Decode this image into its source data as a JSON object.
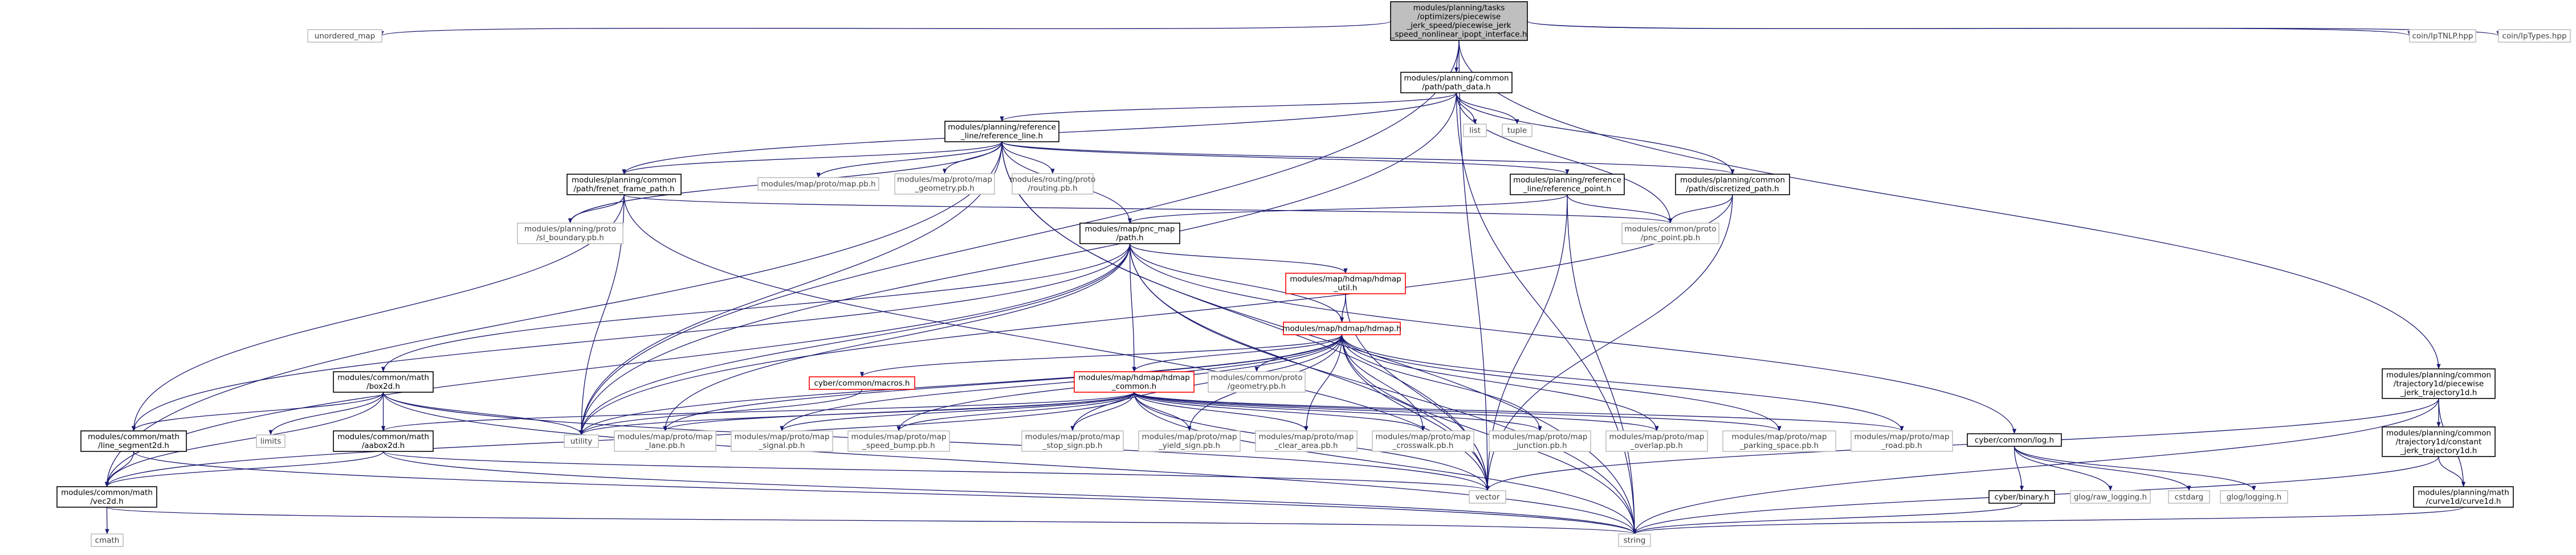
{
  "colors": {
    "edge": "#191970",
    "node_border": "#000000",
    "node_border_gray": "#bfbfbf",
    "node_border_red": "#ff0000",
    "root_fill": "#bfbfbf",
    "node_fill": "#ffffff",
    "text": "#000000",
    "text_gray": "#404040"
  },
  "nodes": [
    {
      "id": "root",
      "lines": [
        "modules/planning/tasks",
        "/optimizers/piecewise",
        "_jerk_speed/piecewise_jerk",
        "_speed_nonlinear_ipopt_interface.h"
      ],
      "style": "root"
    },
    {
      "id": "unordered_map",
      "lines": [
        "unordered_map"
      ],
      "style": "gray"
    },
    {
      "id": "path_data",
      "lines": [
        "modules/planning/common",
        "/path/path_data.h"
      ],
      "style": "normal"
    },
    {
      "id": "list",
      "lines": [
        "list"
      ],
      "style": "gray"
    },
    {
      "id": "tuple",
      "lines": [
        "tuple"
      ],
      "style": "gray"
    },
    {
      "id": "coin_ipTNLP",
      "lines": [
        "coin/IpTNLP.hpp"
      ],
      "style": "gray"
    },
    {
      "id": "coin_ipTypes",
      "lines": [
        "coin/IpTypes.hpp"
      ],
      "style": "gray"
    },
    {
      "id": "reference_line",
      "lines": [
        "modules/planning/reference",
        "_line/reference_line.h"
      ],
      "style": "normal"
    },
    {
      "id": "map_pb",
      "lines": [
        "modules/map/proto/map.pb.h"
      ],
      "style": "gray"
    },
    {
      "id": "map_geometry_pb",
      "lines": [
        "modules/map/proto/map",
        "_geometry.pb.h"
      ],
      "style": "gray"
    },
    {
      "id": "routing_pb",
      "lines": [
        "modules/routing/proto",
        "/routing.pb.h"
      ],
      "style": "gray"
    },
    {
      "id": "frenet_frame_path",
      "lines": [
        "modules/planning/common",
        "/path/frenet_frame_path.h"
      ],
      "style": "normal"
    },
    {
      "id": "reference_point",
      "lines": [
        "modules/planning/reference",
        "_line/reference_point.h"
      ],
      "style": "normal"
    },
    {
      "id": "discretized_path",
      "lines": [
        "modules/planning/common",
        "/path/discretized_path.h"
      ],
      "style": "normal"
    },
    {
      "id": "sl_boundary_pb",
      "lines": [
        "modules/planning/proto",
        "/sl_boundary.pb.h"
      ],
      "style": "gray"
    },
    {
      "id": "pnc_point_pb",
      "lines": [
        "modules/common/proto",
        "/pnc_point.pb.h"
      ],
      "style": "gray"
    },
    {
      "id": "pnc_map_path",
      "lines": [
        "modules/map/pnc_map",
        "/path.h"
      ],
      "style": "normal"
    },
    {
      "id": "hdmap_util",
      "lines": [
        "modules/map/hdmap/hdmap",
        "_util.h"
      ],
      "style": "red"
    },
    {
      "id": "hdmap",
      "lines": [
        "modules/map/hdmap/hdmap.h"
      ],
      "style": "red"
    },
    {
      "id": "box2d",
      "lines": [
        "modules/common/math",
        "/box2d.h"
      ],
      "style": "normal"
    },
    {
      "id": "macros",
      "lines": [
        "cyber/common/macros.h"
      ],
      "style": "red"
    },
    {
      "id": "hdmap_common",
      "lines": [
        "modules/map/hdmap/hdmap",
        "_common.h"
      ],
      "style": "red"
    },
    {
      "id": "geometry_pb",
      "lines": [
        "modules/common/proto",
        "/geometry.pb.h"
      ],
      "style": "gray"
    },
    {
      "id": "line_segment2d",
      "lines": [
        "modules/common/math",
        "/line_segment2d.h"
      ],
      "style": "normal"
    },
    {
      "id": "limits",
      "lines": [
        "limits"
      ],
      "style": "gray"
    },
    {
      "id": "aabox2d",
      "lines": [
        "modules/common/math",
        "/aabox2d.h"
      ],
      "style": "normal"
    },
    {
      "id": "utility",
      "lines": [
        "utility"
      ],
      "style": "gray"
    },
    {
      "id": "lane_pb",
      "lines": [
        "modules/map/proto/map",
        "_lane.pb.h"
      ],
      "style": "gray"
    },
    {
      "id": "signal_pb",
      "lines": [
        "modules/map/proto/map",
        "_signal.pb.h"
      ],
      "style": "gray"
    },
    {
      "id": "speed_bump_pb",
      "lines": [
        "modules/map/proto/map",
        "_speed_bump.pb.h"
      ],
      "style": "gray"
    },
    {
      "id": "stop_sign_pb",
      "lines": [
        "modules/map/proto/map",
        "_stop_sign.pb.h"
      ],
      "style": "gray"
    },
    {
      "id": "yield_sign_pb",
      "lines": [
        "modules/map/proto/map",
        "_yield_sign.pb.h"
      ],
      "style": "gray"
    },
    {
      "id": "clear_area_pb",
      "lines": [
        "modules/map/proto/map",
        "_clear_area.pb.h"
      ],
      "style": "gray"
    },
    {
      "id": "crosswalk_pb",
      "lines": [
        "modules/map/proto/map",
        "_crosswalk.pb.h"
      ],
      "style": "gray"
    },
    {
      "id": "junction_pb",
      "lines": [
        "modules/map/proto/map",
        "_junction.pb.h"
      ],
      "style": "gray"
    },
    {
      "id": "overlap_pb",
      "lines": [
        "modules/map/proto/map",
        "_overlap.pb.h"
      ],
      "style": "gray"
    },
    {
      "id": "parking_space_pb",
      "lines": [
        "modules/map/proto/map",
        "_parking_space.pb.h"
      ],
      "style": "gray"
    },
    {
      "id": "road_pb",
      "lines": [
        "modules/map/proto/map",
        "_road.pb.h"
      ],
      "style": "gray"
    },
    {
      "id": "vec2d",
      "lines": [
        "modules/common/math",
        "/vec2d.h"
      ],
      "style": "normal"
    },
    {
      "id": "vector",
      "lines": [
        "vector"
      ],
      "style": "gray"
    },
    {
      "id": "cmath",
      "lines": [
        "cmath"
      ],
      "style": "gray"
    },
    {
      "id": "string",
      "lines": [
        "string"
      ],
      "style": "gray"
    },
    {
      "id": "cyber_log",
      "lines": [
        "cyber/common/log.h"
      ],
      "style": "normal"
    },
    {
      "id": "cyber_binary",
      "lines": [
        "cyber/binary.h"
      ],
      "style": "normal"
    },
    {
      "id": "glog_raw_logging",
      "lines": [
        "glog/raw_logging.h"
      ],
      "style": "gray"
    },
    {
      "id": "cstdarg",
      "lines": [
        "cstdarg"
      ],
      "style": "gray"
    },
    {
      "id": "glog_logging",
      "lines": [
        "glog/logging.h"
      ],
      "style": "gray"
    },
    {
      "id": "piecewise_jerk_traj",
      "lines": [
        "modules/planning/common",
        "/trajectory1d/piecewise",
        "_jerk_trajectory1d.h"
      ],
      "style": "normal"
    },
    {
      "id": "constant_jerk_traj",
      "lines": [
        "modules/planning/common",
        "/trajectory1d/constant",
        "_jerk_trajectory1d.h"
      ],
      "style": "normal"
    },
    {
      "id": "curve1d",
      "lines": [
        "modules/planning/math",
        "/curve1d/curve1d.h"
      ],
      "style": "normal"
    }
  ],
  "edges": [
    [
      "root",
      "unordered_map"
    ],
    [
      "root",
      "path_data"
    ],
    [
      "root",
      "coin_ipTNLP"
    ],
    [
      "root",
      "coin_ipTypes"
    ],
    [
      "root",
      "piecewise_jerk_traj"
    ],
    [
      "root",
      "utility"
    ],
    [
      "root",
      "vector"
    ],
    [
      "path_data",
      "list"
    ],
    [
      "path_data",
      "tuple"
    ],
    [
      "path_data",
      "reference_line"
    ],
    [
      "path_data",
      "frenet_frame_path"
    ],
    [
      "path_data",
      "discretized_path"
    ],
    [
      "path_data",
      "string"
    ],
    [
      "path_data",
      "utility"
    ],
    [
      "path_data",
      "pnc_point_pb"
    ],
    [
      "reference_line",
      "map_pb"
    ],
    [
      "reference_line",
      "map_geometry_pb"
    ],
    [
      "reference_line",
      "routing_pb"
    ],
    [
      "reference_line",
      "frenet_frame_path"
    ],
    [
      "reference_line",
      "reference_point"
    ],
    [
      "reference_line",
      "pnc_map_path"
    ],
    [
      "reference_line",
      "sl_boundary_pb"
    ],
    [
      "reference_line",
      "vec2d"
    ],
    [
      "reference_line",
      "utility"
    ],
    [
      "reference_line",
      "vector"
    ],
    [
      "reference_line",
      "string"
    ],
    [
      "reference_line",
      "discretized_path"
    ],
    [
      "frenet_frame_path",
      "sl_boundary_pb"
    ],
    [
      "frenet_frame_path",
      "pnc_point_pb"
    ],
    [
      "frenet_frame_path",
      "vector"
    ],
    [
      "frenet_frame_path",
      "utility"
    ],
    [
      "frenet_frame_path",
      "line_segment2d"
    ],
    [
      "reference_point",
      "pnc_map_path"
    ],
    [
      "reference_point",
      "pnc_point_pb"
    ],
    [
      "reference_point",
      "vector"
    ],
    [
      "reference_point",
      "string"
    ],
    [
      "discretized_path",
      "pnc_point_pb"
    ],
    [
      "discretized_path",
      "vector"
    ],
    [
      "discretized_path",
      "utility"
    ],
    [
      "pnc_map_path",
      "hdmap_util"
    ],
    [
      "pnc_map_path",
      "hdmap"
    ],
    [
      "pnc_map_path",
      "box2d"
    ],
    [
      "pnc_map_path",
      "hdmap_common"
    ],
    [
      "pnc_map_path",
      "lane_pb"
    ],
    [
      "pnc_map_path",
      "vec2d"
    ],
    [
      "pnc_map_path",
      "utility"
    ],
    [
      "pnc_map_path",
      "line_segment2d"
    ],
    [
      "pnc_map_path",
      "string"
    ],
    [
      "pnc_map_path",
      "vector"
    ],
    [
      "pnc_map_path",
      "cyber_log"
    ],
    [
      "hdmap_util",
      "hdmap"
    ],
    [
      "hdmap_util",
      "vector"
    ],
    [
      "hdmap",
      "macros"
    ],
    [
      "hdmap",
      "hdmap_common"
    ],
    [
      "hdmap",
      "geometry_pb"
    ],
    [
      "hdmap",
      "utility"
    ],
    [
      "hdmap",
      "lane_pb"
    ],
    [
      "hdmap",
      "signal_pb"
    ],
    [
      "hdmap",
      "speed_bump_pb"
    ],
    [
      "hdmap",
      "stop_sign_pb"
    ],
    [
      "hdmap",
      "yield_sign_pb"
    ],
    [
      "hdmap",
      "clear_area_pb"
    ],
    [
      "hdmap",
      "crosswalk_pb"
    ],
    [
      "hdmap",
      "junction_pb"
    ],
    [
      "hdmap",
      "overlap_pb"
    ],
    [
      "hdmap",
      "parking_space_pb"
    ],
    [
      "hdmap",
      "road_pb"
    ],
    [
      "hdmap",
      "vector"
    ],
    [
      "hdmap",
      "string"
    ],
    [
      "macros",
      "utility"
    ],
    [
      "hdmap_common",
      "aabox2d"
    ],
    [
      "hdmap_common",
      "vec2d"
    ],
    [
      "hdmap_common",
      "lane_pb"
    ],
    [
      "hdmap_common",
      "signal_pb"
    ],
    [
      "hdmap_common",
      "speed_bump_pb"
    ],
    [
      "hdmap_common",
      "stop_sign_pb"
    ],
    [
      "hdmap_common",
      "yield_sign_pb"
    ],
    [
      "hdmap_common",
      "clear_area_pb"
    ],
    [
      "hdmap_common",
      "crosswalk_pb"
    ],
    [
      "hdmap_common",
      "junction_pb"
    ],
    [
      "hdmap_common",
      "overlap_pb"
    ],
    [
      "hdmap_common",
      "parking_space_pb"
    ],
    [
      "hdmap_common",
      "road_pb"
    ],
    [
      "hdmap_common",
      "vector"
    ],
    [
      "hdmap_common",
      "string"
    ],
    [
      "hdmap_common",
      "utility"
    ],
    [
      "box2d",
      "line_segment2d"
    ],
    [
      "box2d",
      "limits"
    ],
    [
      "box2d",
      "aabox2d"
    ],
    [
      "box2d",
      "vec2d"
    ],
    [
      "box2d",
      "vector"
    ],
    [
      "box2d",
      "string"
    ],
    [
      "box2d",
      "utility"
    ],
    [
      "line_segment2d",
      "vec2d"
    ],
    [
      "line_segment2d",
      "string"
    ],
    [
      "aabox2d",
      "vec2d"
    ],
    [
      "aabox2d",
      "vector"
    ],
    [
      "aabox2d",
      "string"
    ],
    [
      "vec2d",
      "cmath"
    ],
    [
      "vec2d",
      "string"
    ],
    [
      "cyber_log",
      "cyber_binary"
    ],
    [
      "cyber_log",
      "glog_raw_logging"
    ],
    [
      "cyber_log",
      "cstdarg"
    ],
    [
      "cyber_log",
      "glog_logging"
    ],
    [
      "cyber_binary",
      "string"
    ],
    [
      "piecewise_jerk_traj",
      "constant_jerk_traj"
    ],
    [
      "piecewise_jerk_traj",
      "curve1d"
    ],
    [
      "piecewise_jerk_traj",
      "vector"
    ],
    [
      "piecewise_jerk_traj",
      "string"
    ],
    [
      "constant_jerk_traj",
      "curve1d"
    ],
    [
      "constant_jerk_traj",
      "string"
    ],
    [
      "curve1d",
      "string"
    ]
  ]
}
